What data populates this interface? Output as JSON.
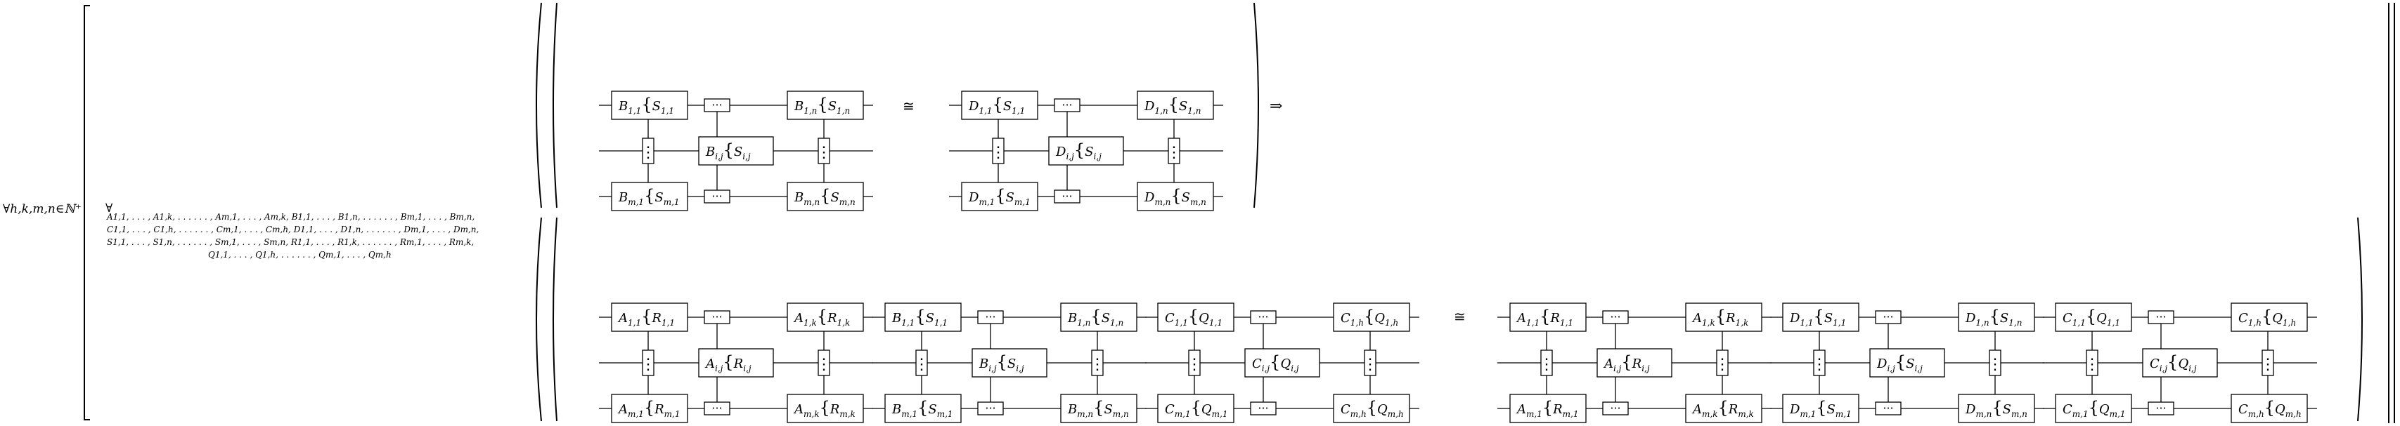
{
  "quantifier": {
    "outer": "∀h,k,m,n∈ℕ⁺",
    "inner": "∀",
    "variable_lines": [
      "A1,1, . . . , A1,k, . . . . . . , Am,1, . . . , Am,k, B1,1, . . . , B1,n, . . . . . . , Bm,1, . . . , Bm,n,",
      "C1,1, . . . , C1,h, . . . . . . , Cm,1, . . . , Cm,h, D1,1, . . . , D1,n, . . . . . . , Dm,1, . . . , Dm,n,",
      "S1,1, . . . , S1,n, . . . . . . , Sm,1, . . . , Sm,n, R1,1, . . . , R1,k, . . . . . . , Rm,1, . . . , Rm,k,",
      "Q1,1, . . . , Q1,h, . . . . . . , Qm,1, . . . , Qm,h"
    ]
  },
  "symbols": {
    "iso": "≅",
    "implies": "⇒",
    "hdots": "···",
    "vdots": "⋮"
  },
  "premise": {
    "left": {
      "top_left": {
        "base": "B",
        "sub": "1,1",
        "comm": "S",
        "csub": "1,1"
      },
      "top_right": {
        "base": "B",
        "sub": "1,n",
        "comm": "S",
        "csub": "1,n"
      },
      "middle": {
        "base": "B",
        "sub": "i,j",
        "comm": "S",
        "csub": "i,j"
      },
      "bot_left": {
        "base": "B",
        "sub": "m,1",
        "comm": "S",
        "csub": "m,1"
      },
      "bot_right": {
        "base": "B",
        "sub": "m,n",
        "comm": "S",
        "csub": "m,n"
      }
    },
    "right": {
      "top_left": {
        "base": "D",
        "sub": "1,1",
        "comm": "S",
        "csub": "1,1"
      },
      "top_right": {
        "base": "D",
        "sub": "1,n",
        "comm": "S",
        "csub": "1,n"
      },
      "middle": {
        "base": "D",
        "sub": "i,j",
        "comm": "S",
        "csub": "i,j"
      },
      "bot_left": {
        "base": "D",
        "sub": "m,1",
        "comm": "S",
        "csub": "m,1"
      },
      "bot_right": {
        "base": "D",
        "sub": "m,n",
        "comm": "S",
        "csub": "m,n"
      }
    }
  },
  "conclusion": {
    "left": [
      {
        "top_left": {
          "base": "A",
          "sub": "1,1",
          "comm": "R",
          "csub": "1,1"
        },
        "top_right": {
          "base": "A",
          "sub": "1,k",
          "comm": "R",
          "csub": "1,k"
        },
        "middle": {
          "base": "A",
          "sub": "i,j",
          "comm": "R",
          "csub": "i,j"
        },
        "bot_left": {
          "base": "A",
          "sub": "m,1",
          "comm": "R",
          "csub": "m,1"
        },
        "bot_right": {
          "base": "A",
          "sub": "m,k",
          "comm": "R",
          "csub": "m,k"
        }
      },
      {
        "top_left": {
          "base": "B",
          "sub": "1,1",
          "comm": "S",
          "csub": "1,1"
        },
        "top_right": {
          "base": "B",
          "sub": "1,n",
          "comm": "S",
          "csub": "1,n"
        },
        "middle": {
          "base": "B",
          "sub": "i,j",
          "comm": "S",
          "csub": "i,j"
        },
        "bot_left": {
          "base": "B",
          "sub": "m,1",
          "comm": "S",
          "csub": "m,1"
        },
        "bot_right": {
          "base": "B",
          "sub": "m,n",
          "comm": "S",
          "csub": "m,n"
        }
      },
      {
        "top_left": {
          "base": "C",
          "sub": "1,1",
          "comm": "Q",
          "csub": "1,1"
        },
        "top_right": {
          "base": "C",
          "sub": "1,h",
          "comm": "Q",
          "csub": "1,h"
        },
        "middle": {
          "base": "C",
          "sub": "i,j",
          "comm": "Q",
          "csub": "i,j"
        },
        "bot_left": {
          "base": "C",
          "sub": "m,1",
          "comm": "Q",
          "csub": "m,1"
        },
        "bot_right": {
          "base": "C",
          "sub": "m,h",
          "comm": "Q",
          "csub": "m,h"
        }
      }
    ],
    "right": [
      {
        "top_left": {
          "base": "A",
          "sub": "1,1",
          "comm": "R",
          "csub": "1,1"
        },
        "top_right": {
          "base": "A",
          "sub": "1,k",
          "comm": "R",
          "csub": "1,k"
        },
        "middle": {
          "base": "A",
          "sub": "i,j",
          "comm": "R",
          "csub": "i,j"
        },
        "bot_left": {
          "base": "A",
          "sub": "m,1",
          "comm": "R",
          "csub": "m,1"
        },
        "bot_right": {
          "base": "A",
          "sub": "m,k",
          "comm": "R",
          "csub": "m,k"
        }
      },
      {
        "top_left": {
          "base": "D",
          "sub": "1,1",
          "comm": "S",
          "csub": "1,1"
        },
        "top_right": {
          "base": "D",
          "sub": "1,n",
          "comm": "S",
          "csub": "1,n"
        },
        "middle": {
          "base": "D",
          "sub": "i,j",
          "comm": "S",
          "csub": "i,j"
        },
        "bot_left": {
          "base": "D",
          "sub": "m,1",
          "comm": "S",
          "csub": "m,1"
        },
        "bot_right": {
          "base": "D",
          "sub": "m,n",
          "comm": "S",
          "csub": "m,n"
        }
      },
      {
        "top_left": {
          "base": "C",
          "sub": "1,1",
          "comm": "Q",
          "csub": "1,1"
        },
        "top_right": {
          "base": "C",
          "sub": "1,h",
          "comm": "Q",
          "csub": "1,h"
        },
        "middle": {
          "base": "C",
          "sub": "i,j",
          "comm": "Q",
          "csub": "i,j"
        },
        "bot_left": {
          "base": "C",
          "sub": "m,1",
          "comm": "Q",
          "csub": "m,1"
        },
        "bot_right": {
          "base": "C",
          "sub": "m,h",
          "comm": "Q",
          "csub": "m,h"
        }
      }
    ]
  }
}
